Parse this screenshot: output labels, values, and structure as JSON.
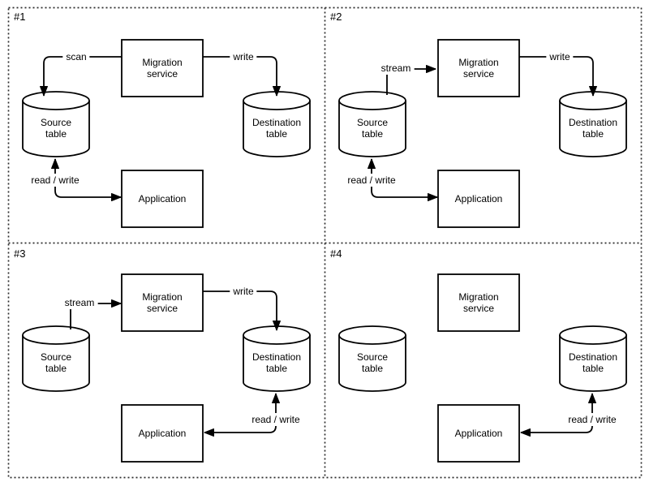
{
  "panels": [
    {
      "id": "#1",
      "nodes": {
        "migration_service": "Migration service",
        "source_table": "Source table",
        "destination_table": "Destination table",
        "application": "Application"
      },
      "edges": {
        "scan": "scan",
        "write": "write",
        "read_write": "read / write"
      }
    },
    {
      "id": "#2",
      "nodes": {
        "migration_service": "Migration service",
        "source_table": "Source table",
        "destination_table": "Destination table",
        "application": "Application"
      },
      "edges": {
        "stream": "stream",
        "write": "write",
        "read_write": "read / write"
      }
    },
    {
      "id": "#3",
      "nodes": {
        "migration_service": "Migration service",
        "source_table": "Source table",
        "destination_table": "Destination table",
        "application": "Application"
      },
      "edges": {
        "stream": "stream",
        "write": "write",
        "read_write": "read / write"
      }
    },
    {
      "id": "#4",
      "nodes": {
        "migration_service": "Migration service",
        "source_table": "Source table",
        "destination_table": "Destination table",
        "application": "Application"
      },
      "edges": {
        "read_write": "read / write"
      }
    }
  ]
}
